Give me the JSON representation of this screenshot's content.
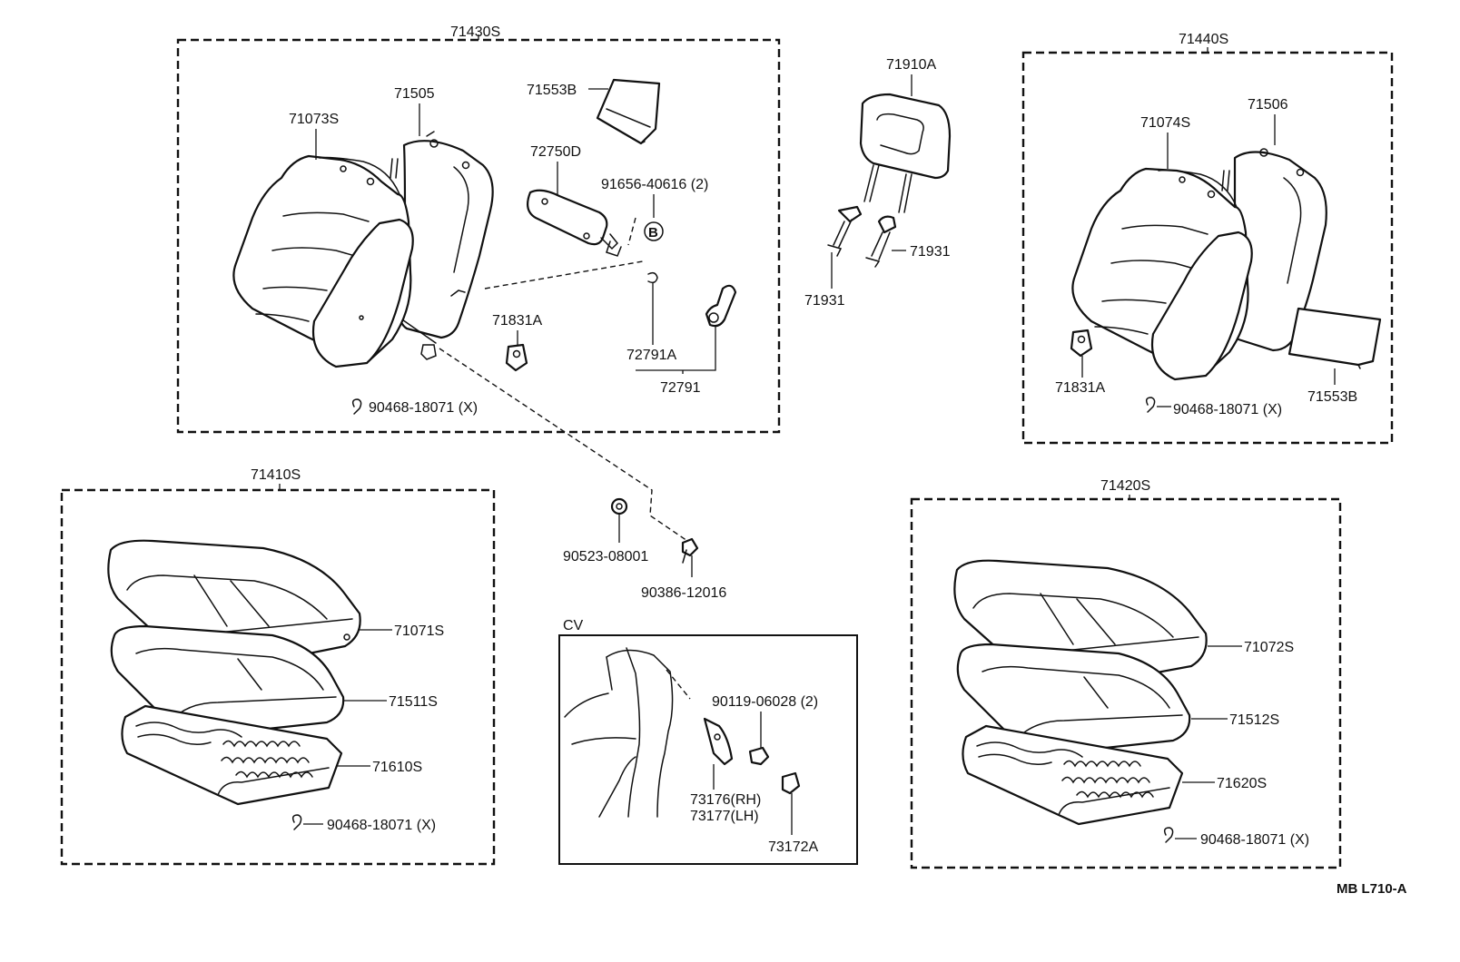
{
  "groups": {
    "g71430s": "71430S",
    "g71440s": "71440S",
    "g71410s": "71410S",
    "g71420s": "71420S",
    "cv": "CV"
  },
  "parts": {
    "p71505": "71505",
    "p71073s": "71073S",
    "p71553b_top": "71553B",
    "p72750d": "72750D",
    "p91656": "91656-40616 (2)",
    "marker_b": "B",
    "p71831a_left": "71831A",
    "p72791a": "72791A",
    "p72791": "72791",
    "p90468_a": "90468-18071 (X)",
    "p71910a": "71910A",
    "p71931_right": "71931",
    "p71931_left": "71931",
    "p71074s": "71074S",
    "p71506": "71506",
    "p71831a_right": "71831A",
    "p90468_b": "90468-18071 (X)",
    "p71553b_right": "71553B",
    "p71071s": "71071S",
    "p71511s": "71511S",
    "p71610s": "71610S",
    "p90468_c": "90468-18071 (X)",
    "p90523": "90523-08001",
    "p90386": "90386-12016",
    "p90119": "90119-06028 (2)",
    "p73176": "73176",
    "p73176_side": "(RH)",
    "p73177": "73177",
    "p73177_side": "(LH)",
    "p73172a": "73172A",
    "p71072s": "71072S",
    "p71512s": "71512S",
    "p71620s": "71620S",
    "p90468_d": "90468-18071 (X)"
  },
  "figure_code": "MB L710-A"
}
